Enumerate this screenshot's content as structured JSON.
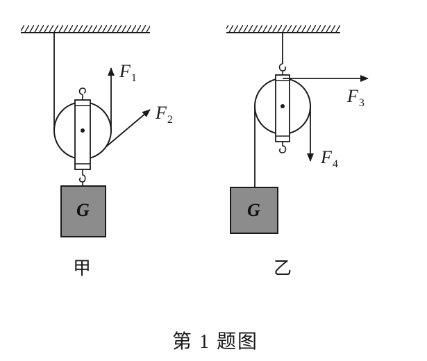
{
  "left": {
    "panel_label": "甲",
    "block_label": "G",
    "forces": {
      "f1": {
        "symbol": "F",
        "sub": "1"
      },
      "f2": {
        "symbol": "F",
        "sub": "2"
      }
    }
  },
  "right": {
    "panel_label": "乙",
    "block_label": "G",
    "forces": {
      "f3": {
        "symbol": "F",
        "sub": "3"
      },
      "f4": {
        "symbol": "F",
        "sub": "4"
      }
    }
  },
  "caption": "第 1 题图",
  "colors": {
    "ink": "#1a1a1a",
    "block_fill": "#8c8c8c"
  }
}
